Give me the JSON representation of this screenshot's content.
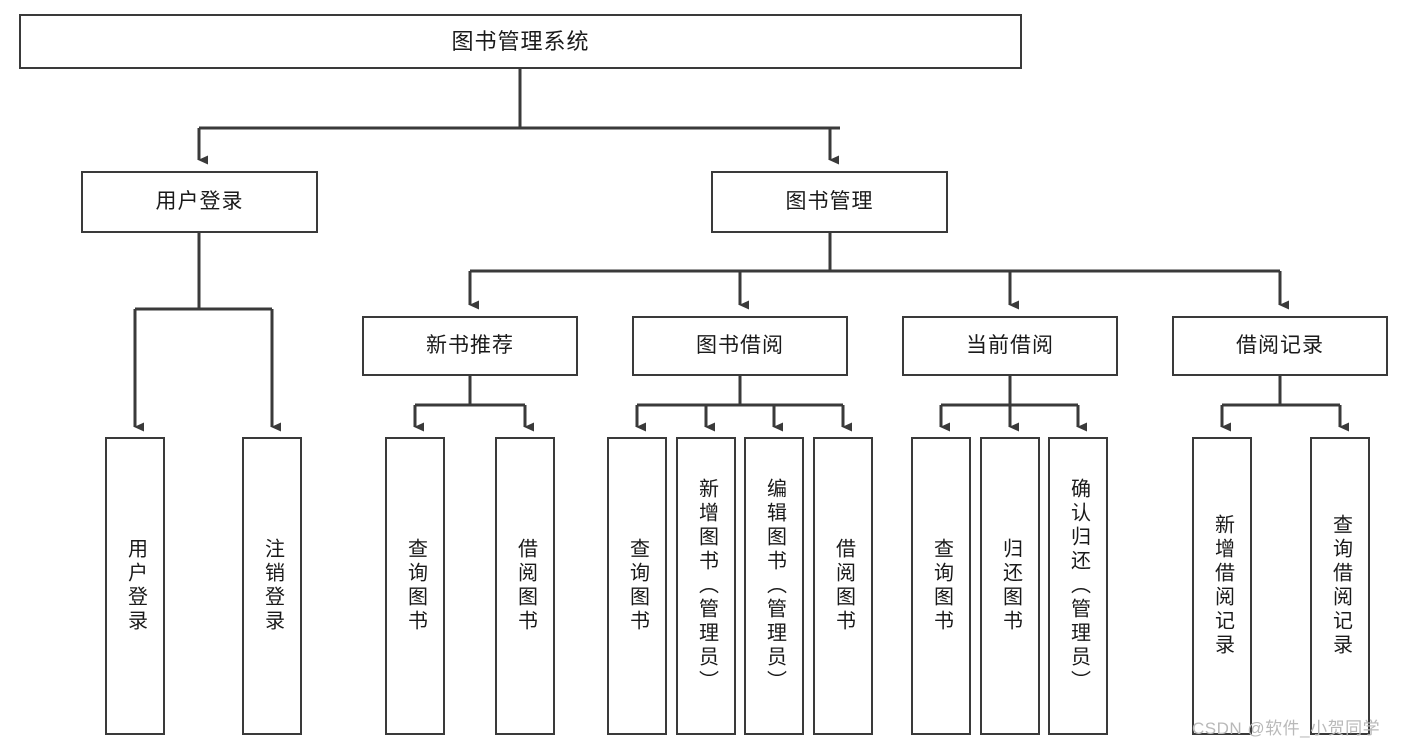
{
  "diagram": {
    "type": "hierarchy-tree",
    "title": "图书管理系统",
    "orientation": "top-down",
    "colors": {
      "box_border": "#3a3a3a",
      "box_fill": "#ffffff",
      "connector": "#3a3a3a",
      "text": "#1a1a1a",
      "watermark": "#b9b9b9"
    },
    "nodes": {
      "root": {
        "label": "图书管理系统"
      },
      "level2": [
        {
          "label": "用户登录"
        },
        {
          "label": "图书管理"
        }
      ],
      "level3": [
        {
          "label": "新书推荐"
        },
        {
          "label": "图书借阅"
        },
        {
          "label": "当前借阅"
        },
        {
          "label": "借阅记录"
        }
      ],
      "leaves": {
        "user_login": [
          {
            "label": "用户登录"
          },
          {
            "label": "注销登录"
          }
        ],
        "new_book_recommend": [
          {
            "label": "查询图书"
          },
          {
            "label": "借阅图书"
          }
        ],
        "book_borrow": [
          {
            "label": "查询图书"
          },
          {
            "label": "新增图书（管理员）"
          },
          {
            "label": "编辑图书（管理员）"
          },
          {
            "label": "借阅图书"
          }
        ],
        "current_borrow": [
          {
            "label": "查询图书"
          },
          {
            "label": "归还图书"
          },
          {
            "label": "确认归还（管理员）"
          }
        ],
        "borrow_records": [
          {
            "label": "新增借阅记录"
          },
          {
            "label": "查询借阅记录"
          }
        ]
      }
    }
  },
  "watermark": {
    "text": "CSDN @软件_小贺同学"
  }
}
